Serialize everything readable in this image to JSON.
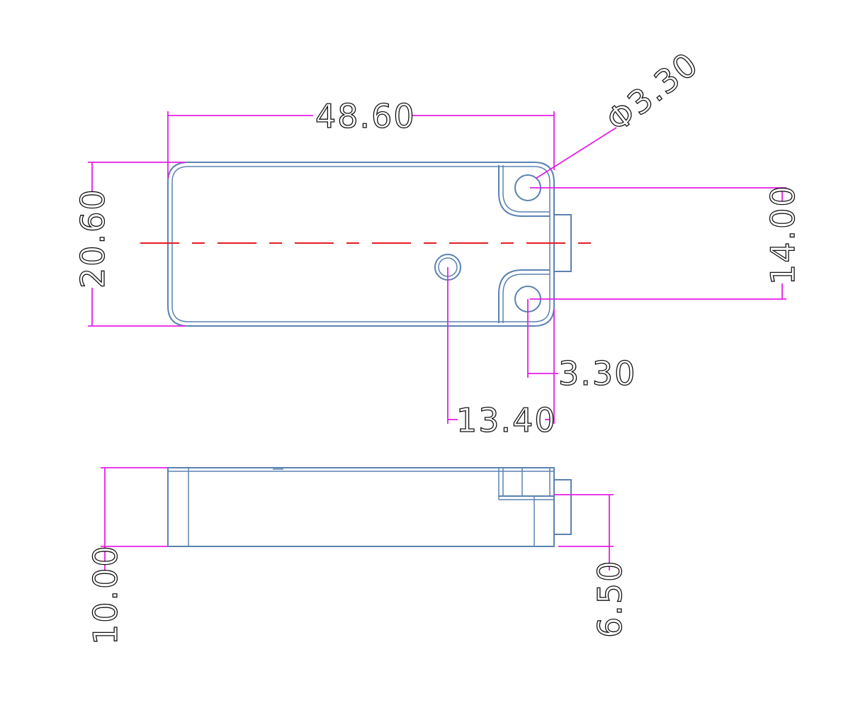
{
  "drawing": {
    "colors": {
      "part_outline": "#5b82b1",
      "dimension": "#e51fe5",
      "centerline": "#e31e24",
      "text": "#111111"
    },
    "dimensions": {
      "overall_length": "48.60",
      "overall_width": "20.60",
      "hole_diameter": "Φ3.30",
      "hole_spacing": "14.00",
      "hole_edge_offset": "3.30",
      "center_hole_offset": "13.40",
      "overall_height": "10.00",
      "boss_height": "6.50"
    }
  }
}
